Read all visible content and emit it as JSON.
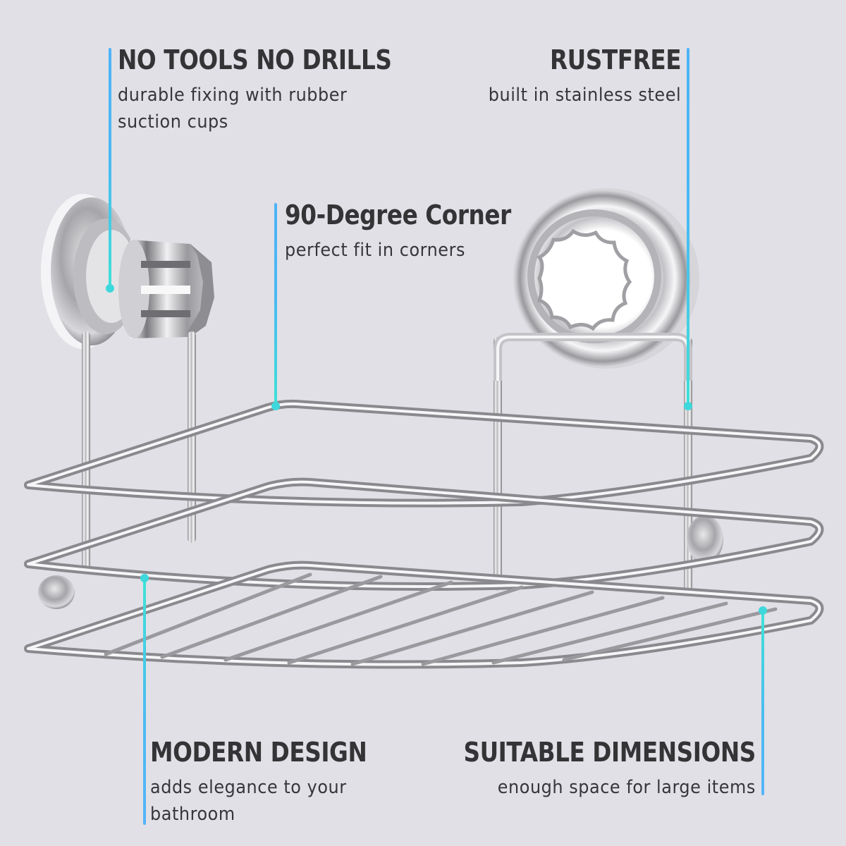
{
  "background_color": "#e1e0e6",
  "accent_colors": {
    "leader_blue": "#4db3f7",
    "leader_teal": "#3ee1d6",
    "text_dark": "#343437"
  },
  "product": {
    "name": "corner shower caddy",
    "material": "chrome wire basket with suction cups"
  },
  "callouts": [
    {
      "id": "no-tools",
      "title": "NO TOOLS NO DRILLS",
      "description_lines": [
        "durable fixing with rubber",
        "suction cups"
      ]
    },
    {
      "id": "rustfree",
      "title": "RUSTFREE",
      "description_lines": [
        "built in stainless steel"
      ]
    },
    {
      "id": "corner",
      "title": "90-Degree Corner",
      "description_lines": [
        "perfect fit in corners"
      ]
    },
    {
      "id": "modern-design",
      "title": "MODERN DESIGN",
      "description_lines": [
        "adds elegance to your",
        "bathroom"
      ]
    },
    {
      "id": "dimensions",
      "title": "SUITABLE DIMENSIONS",
      "description_lines": [
        "enough space for large items"
      ]
    }
  ]
}
